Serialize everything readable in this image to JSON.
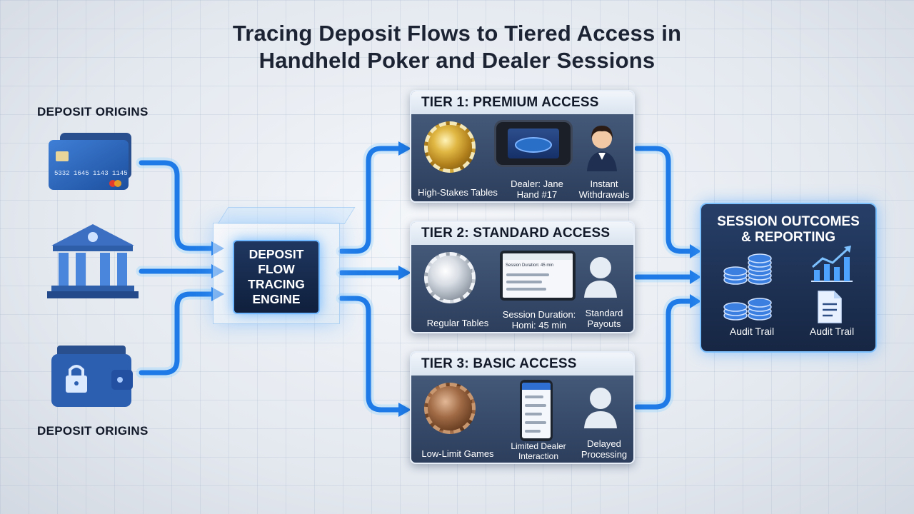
{
  "title": {
    "line1": "Tracing Deposit Flows to Tiered Access in",
    "line2": "Handheld Poker and Dealer Sessions"
  },
  "origins": {
    "label_top": "DEPOSIT ORIGINS",
    "label_bottom": "DEPOSIT ORIGINS",
    "items": [
      {
        "icon": "credit-card-icon",
        "card_number": "5332 1645 1143 1145"
      },
      {
        "icon": "bank-icon"
      },
      {
        "icon": "wallet-lock-icon"
      }
    ]
  },
  "engine": {
    "label": "DEPOSIT FLOW TRACING ENGINE"
  },
  "tiers": [
    {
      "header": "TIER 1: PREMIUM ACCESS",
      "chip": "gold-chip-icon",
      "device": "handheld-console-icon",
      "items": [
        "High-Stakes Tables",
        "Dealer: Jane\nHand #17",
        "Instant\nWithdrawals"
      ],
      "person": "dealer-avatar-icon"
    },
    {
      "header": "TIER 2: STANDARD ACCESS",
      "chip": "silver-chip-icon",
      "device": "tablet-icon",
      "screen_text": "Session Duration: 45 min",
      "items": [
        "Regular Tables",
        "Session Duration:\nHomi: 45 min",
        "Standard\nPayouts"
      ],
      "person": "user-avatar-icon"
    },
    {
      "header": "TIER 3: BASIC ACCESS",
      "chip": "bronze-chip-icon",
      "device": "phone-icon",
      "items": [
        "Low-Limit Games",
        "Limited Dealer\nInteraction",
        "Delayed\nProcessing"
      ],
      "person": "user-avatar-icon"
    }
  ],
  "outcomes": {
    "title": "SESSION OUTCOMES\n& REPORTING",
    "items": [
      {
        "icon": "chip-stack-icon"
      },
      {
        "icon": "growth-chart-icon"
      },
      {
        "icon": "chip-stack-icon",
        "label": "Audit Trail"
      },
      {
        "icon": "document-icon",
        "label": "Audit Trail"
      }
    ]
  },
  "colors": {
    "flow": "#1e7ae6",
    "glow": "#8fd0ff",
    "panel": "#2c3e5c",
    "engine": "#162643"
  }
}
